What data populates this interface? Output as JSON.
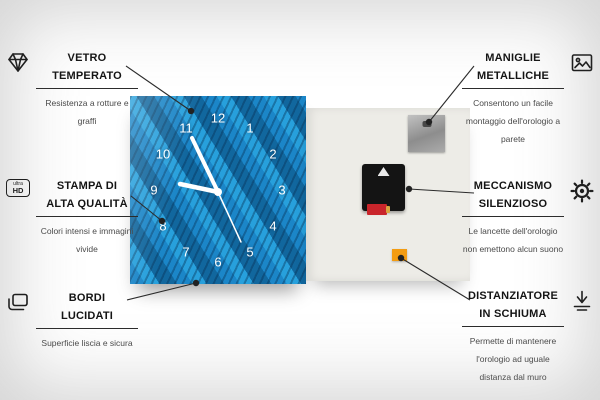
{
  "callouts": [
    {
      "id": "vetro",
      "title": "VETRO\nTEMPERATO",
      "subtitle": "Resistenza a rotture e graffi",
      "icon": "diamond-icon"
    },
    {
      "id": "stampa",
      "title": "STAMPA DI\nALTA QUALITÀ",
      "subtitle": "Colori intensi e immagini vivide",
      "icon": "ultra-hd-icon",
      "icon_top": "ultra",
      "icon_bottom": "HD"
    },
    {
      "id": "bordi",
      "title": "BORDI\nLUCIDATI",
      "subtitle": "Superficie liscia e sicura",
      "icon": "polished-edges-icon"
    },
    {
      "id": "maniglie",
      "title": "MANIGLIE\nMETALLICHE",
      "subtitle": "Consentono un facile montaggio dell'orologio a parete",
      "icon": "picture-frame-icon"
    },
    {
      "id": "meccanismo",
      "title": "MECCANISMO\nSILENZIOSO",
      "subtitle": "Le lancette dell'orologio non emettono alcun suono",
      "icon": "gear-icon"
    },
    {
      "id": "distanziatore",
      "title": "DISTANZIATORE\nIN SCHIUMA",
      "subtitle": "Permette di mantenere l'orologio ad uguale distanza dal muro",
      "icon": "foam-spacer-icon"
    }
  ],
  "clock": {
    "numbers": [
      "1",
      "2",
      "3",
      "4",
      "5",
      "6",
      "7",
      "8",
      "9",
      "10",
      "11",
      "12"
    ]
  },
  "colors": {
    "clock_blue": "#1e86c4",
    "foam_orange": "#f39c12",
    "mechanism_black": "#141414",
    "metal_gray": "#9a9a9a",
    "back_panel": "#edece7",
    "line": "#2b2b2b"
  }
}
